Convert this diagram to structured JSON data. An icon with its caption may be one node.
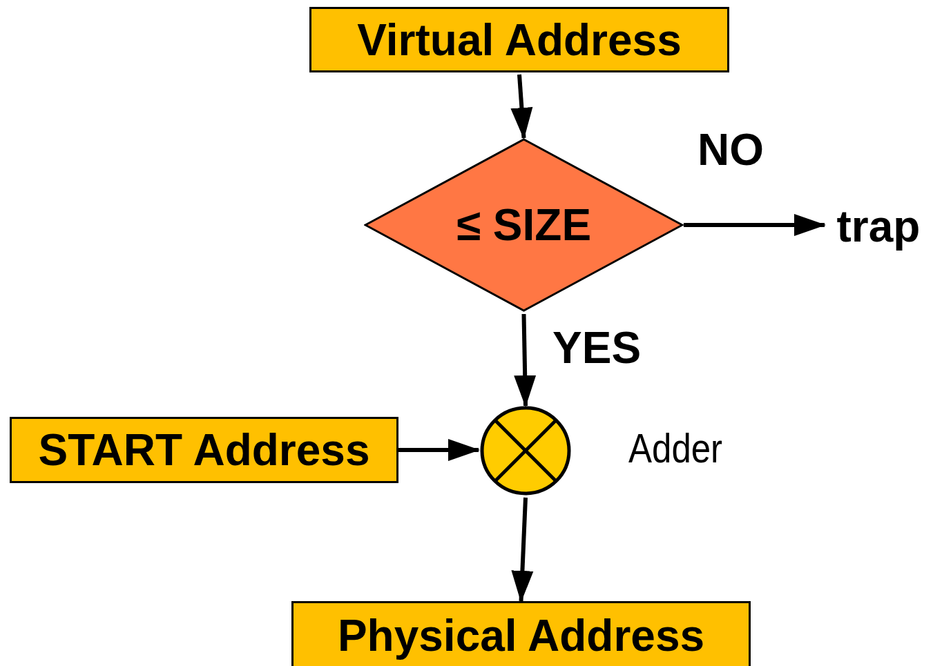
{
  "diagram": {
    "nodes": [
      {
        "text": [
          "Virtual Address"
        ]
      },
      {
        "text": [
          "≤ SIZE"
        ]
      },
      {
        "text": [
          "trap"
        ]
      },
      {
        "text": [
          "START Address"
        ]
      },
      {
        "text": [],
        "shape": "circle",
        "beside": [
          "Adder"
        ]
      },
      {
        "text": [
          "Physical Address"
        ]
      }
    ],
    "edges": [
      {
        "from": 0,
        "to": 1,
        "arrow": "to"
      },
      {
        "from": 1,
        "to": 2,
        "arrow": "to",
        "label": "NO"
      },
      {
        "from": 1,
        "to": 4,
        "arrow": "to",
        "label": "YES"
      },
      {
        "from": 3,
        "to": 4,
        "arrow": "to"
      },
      {
        "from": 4,
        "to": 5,
        "arrow": "to"
      }
    ]
  }
}
